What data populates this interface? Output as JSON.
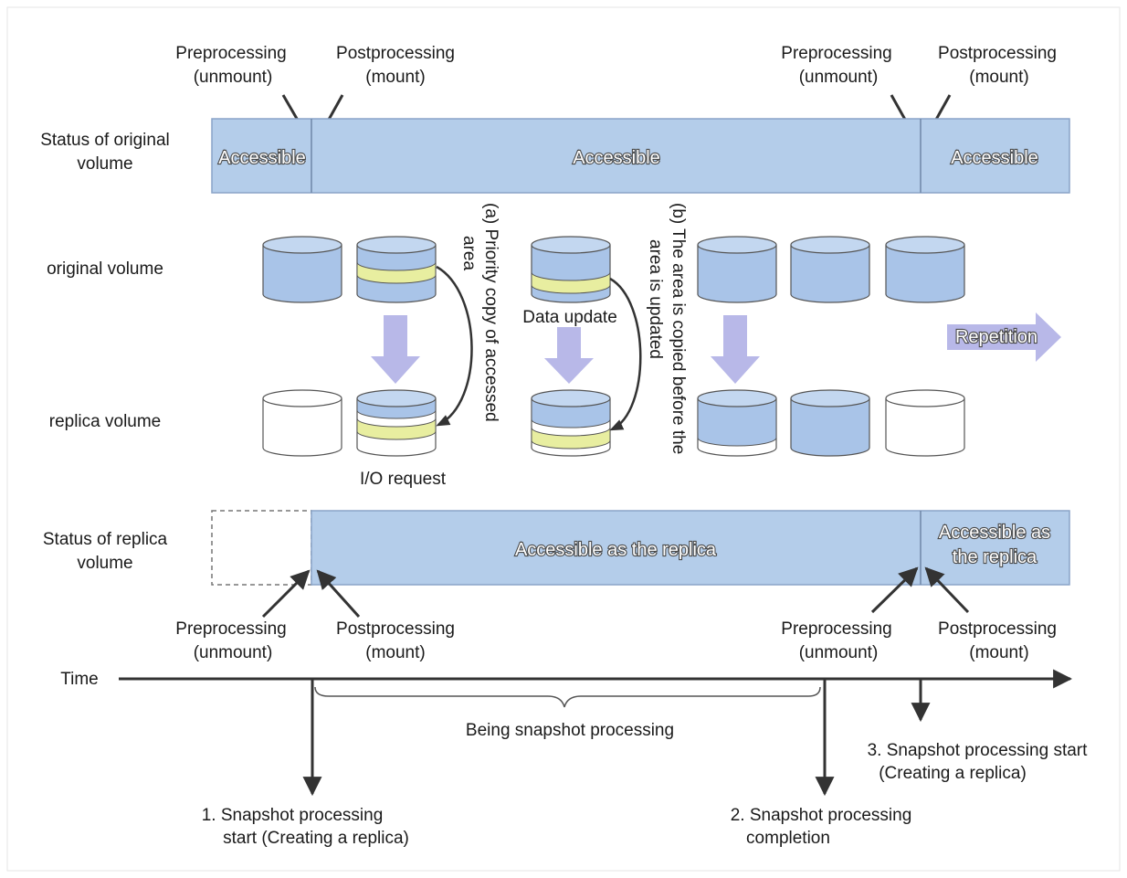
{
  "colors": {
    "bar_fill": "#b4cdea",
    "bar_stroke": "#8aa4c8",
    "volume_blue": "#a9c4e8",
    "volume_white": "#ffffff",
    "highlight_yellow": "#e8eea0",
    "arrow_lavender": "#b8b8e8",
    "line_dark": "#333333"
  },
  "row_labels": {
    "status_original_1": "Status of original",
    "status_original_2": "volume",
    "original_volume": "original volume",
    "replica_volume": "replica volume",
    "status_replica_1": "Status of replica",
    "status_replica_2": "volume",
    "time": "Time"
  },
  "top_markers": {
    "pre1_a": "Preprocessing",
    "pre1_b": "(unmount)",
    "post1_a": "Postprocessing",
    "post1_b": "(mount)",
    "pre2_a": "Preprocessing",
    "pre2_b": "(unmount)",
    "post2_a": "Postprocessing",
    "post2_b": "(mount)"
  },
  "bottom_markers": {
    "pre1_a": "Preprocessing",
    "pre1_b": "(unmount)",
    "post1_a": "Postprocessing",
    "post1_b": "(mount)",
    "pre2_a": "Preprocessing",
    "pre2_b": "(unmount)",
    "post2_a": "Postprocessing",
    "post2_b": "(mount)"
  },
  "original_status": {
    "seg1": "Accessible",
    "seg2": "Accessible",
    "seg3": "Accessible"
  },
  "replica_status": {
    "seg2": "Accessible as the replica",
    "seg3_a": "Accessible as",
    "seg3_b": "the replica"
  },
  "annotations": {
    "priority_a": "(a) Priority copy of accessed",
    "priority_b": "area",
    "copied_a": "(b) The area is copied before the",
    "copied_b": "area is updated",
    "data_update": "Data update",
    "io_request": "I/O request",
    "repetition": "Repetition"
  },
  "timeline": {
    "being": "Being snapshot processing",
    "step1_a": "1. Snapshot processing",
    "step1_b": "start (Creating a replica)",
    "step2_a": "2. Snapshot processing",
    "step2_b": "completion",
    "step3_a": "3. Snapshot processing start",
    "step3_b": "(Creating a replica)"
  }
}
